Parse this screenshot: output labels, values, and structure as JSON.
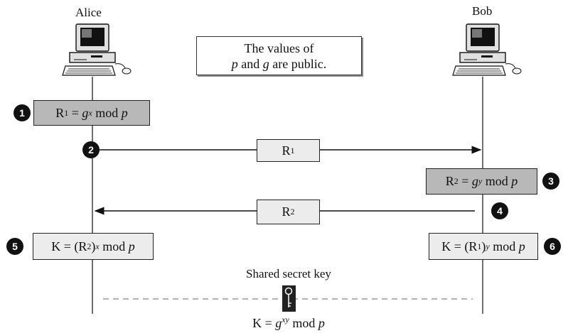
{
  "participants": {
    "alice": "Alice",
    "bob": "Bob"
  },
  "note": {
    "line1": "The values of",
    "p": "p",
    "and": "and",
    "g": "g",
    "are_public": "are public."
  },
  "steps": {
    "1": "1",
    "2": "2",
    "3": "3",
    "4": "4",
    "5": "5",
    "6": "6"
  },
  "r1_box": {
    "r": "R",
    "sub": "1",
    "eq": "=",
    "g": "g",
    "exp": "x",
    "mod": "mod",
    "p": "p"
  },
  "r2_box": {
    "r": "R",
    "sub": "2",
    "eq": "=",
    "g": "g",
    "exp": "y",
    "mod": "mod",
    "p": "p"
  },
  "msg1": {
    "r": "R",
    "sub": "1"
  },
  "msg2": {
    "r": "R",
    "sub": "2"
  },
  "k_alice": {
    "k": "K = (R",
    "sub": "2",
    "close": ")",
    "exp": "x",
    "mod": "mod",
    "p": "p"
  },
  "k_bob": {
    "k": "K = (R",
    "sub": "1",
    "close": ")",
    "exp": "y",
    "mod": "mod",
    "p": "p"
  },
  "shared": {
    "label": "Shared secret key",
    "k": "K =",
    "g": "g",
    "exp": "xy",
    "mod": "mod",
    "p": "p"
  }
}
